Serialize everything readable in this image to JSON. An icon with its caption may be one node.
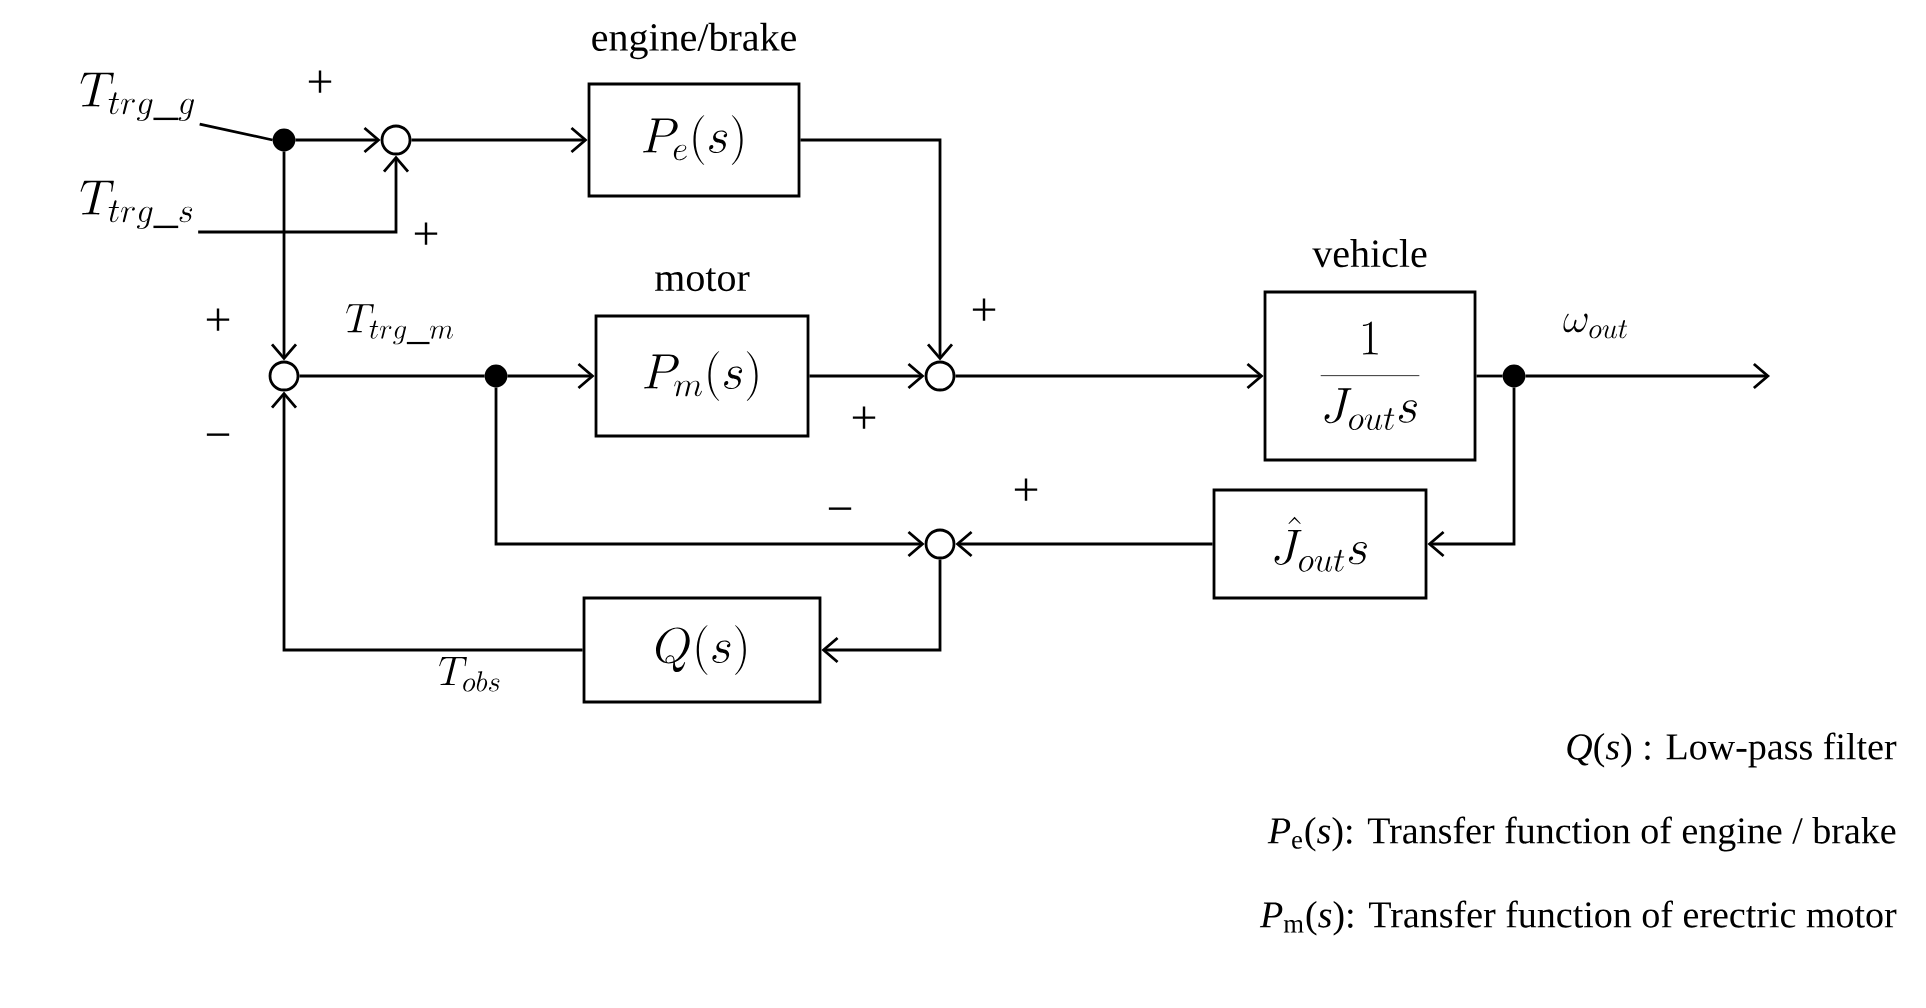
{
  "diagram": {
    "nodes": [
      {
        "text": [
          "T_{trg\\_g}"
        ]
      },
      {
        "text": [
          "T_{trg\\_s}"
        ]
      },
      {
        "text": [],
        "shape": "circle"
      },
      {
        "text": [],
        "shape": "circle"
      },
      {
        "text": [
          "engine/brake",
          "P_{e}(s)"
        ]
      },
      {
        "text": [],
        "shape": "circle"
      },
      {
        "text": [],
        "shape": "circle"
      },
      {
        "text": [
          "motor",
          "P_{m}(s)"
        ]
      },
      {
        "text": [],
        "shape": "circle"
      },
      {
        "text": [
          "vehicle",
          "\\frac{1}{J_{out}s}"
        ]
      },
      {
        "text": [],
        "shape": "circle"
      },
      {
        "text": [
          "\\hat{J}_{out}s"
        ]
      },
      {
        "text": [],
        "shape": "circle"
      },
      {
        "text": [
          "Q(s)"
        ]
      }
    ],
    "edges": [
      {
        "from": 0,
        "to": 2,
        "arrow": "none"
      },
      {
        "from": 1,
        "to": 3,
        "arrow": "to"
      },
      {
        "from": 2,
        "to": 3,
        "arrow": "to"
      },
      {
        "from": 3,
        "to": 4,
        "arrow": "to"
      },
      {
        "from": 4,
        "to": 8,
        "arrow": "to"
      },
      {
        "from": 2,
        "to": 5,
        "arrow": "to"
      },
      {
        "from": 5,
        "to": 6,
        "arrow": "none"
      },
      {
        "from": 6,
        "to": 7,
        "arrow": "to"
      },
      {
        "from": 7,
        "to": 8,
        "arrow": "to"
      },
      {
        "from": 8,
        "to": 9,
        "arrow": "to"
      },
      {
        "from": 9,
        "to": 10,
        "arrow": "none"
      },
      {
        "from": 10,
        "to": null,
        "arrow": "to"
      },
      {
        "from": 10,
        "to": 11,
        "arrow": "to"
      },
      {
        "from": 11,
        "to": 12,
        "arrow": "to"
      },
      {
        "from": 6,
        "to": 12,
        "arrow": "to"
      },
      {
        "from": 12,
        "to": 13,
        "arrow": "to"
      },
      {
        "from": 13,
        "to": 5,
        "arrow": "to"
      }
    ],
    "labels": [
      "+",
      "+",
      "+",
      "T_{trg\\_m}",
      "−",
      "+",
      "\\omega_{out}",
      "+",
      "−",
      "+",
      "T_{obs}",
      "*Q*(*s*) : Low-pass filter",
      "*P*$_{e}$(*s*): Transfer function of engine / brake",
      "*P*$_{m}$(*s*): Transfer function of erectric motor"
    ]
  }
}
